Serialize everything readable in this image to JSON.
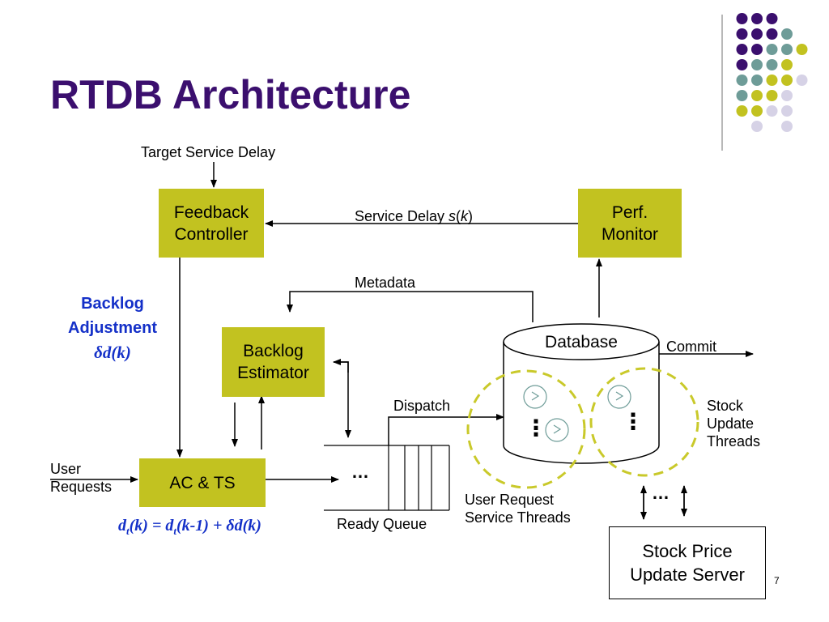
{
  "slide": {
    "title": "RTDB Architecture",
    "page_number": "7"
  },
  "colors": {
    "title": "#3b0f6e",
    "box_fill": "#c2c220",
    "accent_blue": "#1430c8",
    "dot_purple": "#3b0f6e",
    "dot_teal": "#6e9c98",
    "dot_olive": "#c2c220",
    "dot_lavender": "#d6d2e6"
  },
  "boxes": {
    "feedback_controller": "Feedback\nController",
    "perf_monitor": "Perf.\nMonitor",
    "backlog_estimator": "Backlog\nEstimator",
    "ac_ts": "AC & TS",
    "stock_price_server": "Stock Price\nUpdate Server",
    "database": "Database"
  },
  "labels": {
    "target_service_delay": "Target Service Delay",
    "service_delay_prefix": "Service Delay ",
    "service_delay_s": "s",
    "service_delay_paren_open": "(",
    "service_delay_k": "k",
    "service_delay_paren_close": ")",
    "metadata": "Metadata",
    "commit": "Commit",
    "dispatch": "Dispatch",
    "user_requests": "User\nRequests",
    "ready_queue": "Ready Queue",
    "user_request_service_threads": "User Request\nService Threads",
    "stock_update_threads": "Stock\nUpdate\nThreads",
    "ellipsis": "…",
    "vertical_dots": "⋮"
  },
  "backlog": {
    "line1": "Backlog",
    "line2": "Adjustment",
    "formula": "δd(k)"
  },
  "equation": {
    "text": "dt(k) = dt(k-1) + δd(k)"
  }
}
